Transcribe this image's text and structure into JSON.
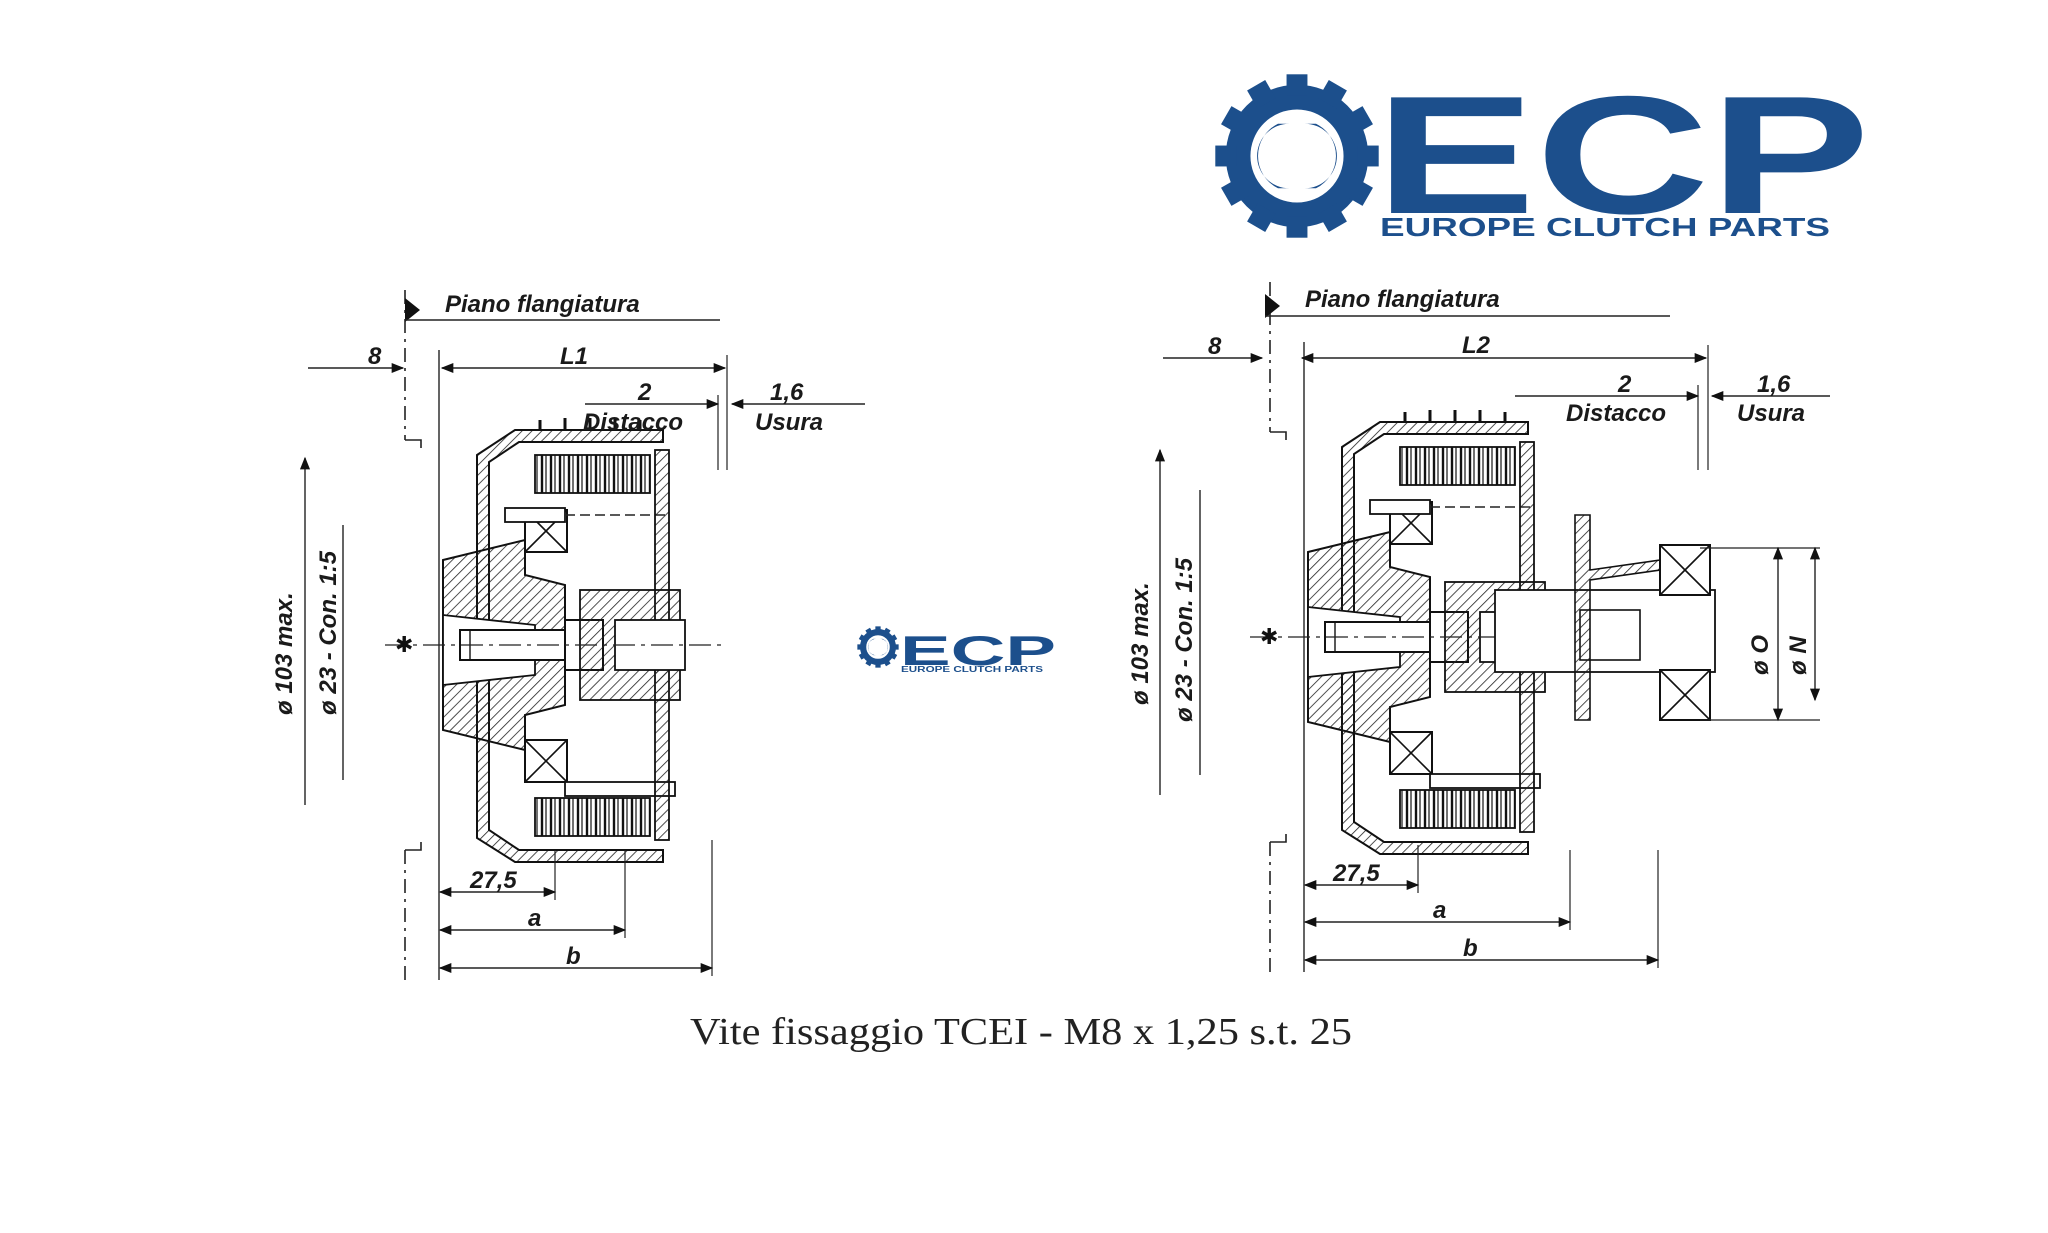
{
  "brand": {
    "letters": "ECP",
    "tagline": "EUROPE CLUTCH PARTS",
    "color": "#1c4f8c"
  },
  "left_drawing": {
    "flange_plane": "Piano flangiatura",
    "dim_offset": "8",
    "dim_length": "L1",
    "dim_gap": "2",
    "gap_label": "Distacco",
    "dim_wear": "1,6",
    "wear_label": "Usura",
    "dia_max": "ø 103 max.",
    "dia_taper": "ø 23 - Con. 1:5",
    "dim_275": "27,5",
    "dim_a": "a",
    "dim_b": "b"
  },
  "right_drawing": {
    "flange_plane": "Piano flangiatura",
    "dim_offset": "8",
    "dim_length": "L2",
    "dim_gap": "2",
    "gap_label": "Distacco",
    "dim_wear": "1,6",
    "wear_label": "Usura",
    "dia_max": "ø 103 max.",
    "dia_taper": "ø 23 - Con. 1:5",
    "dim_275": "27,5",
    "dim_a": "a",
    "dim_b": "b",
    "dia_o": "ø  O",
    "dia_n": "ø  N"
  },
  "caption": "Vite fissaggio TCEI - M8 x 1,25 s.t. 25"
}
